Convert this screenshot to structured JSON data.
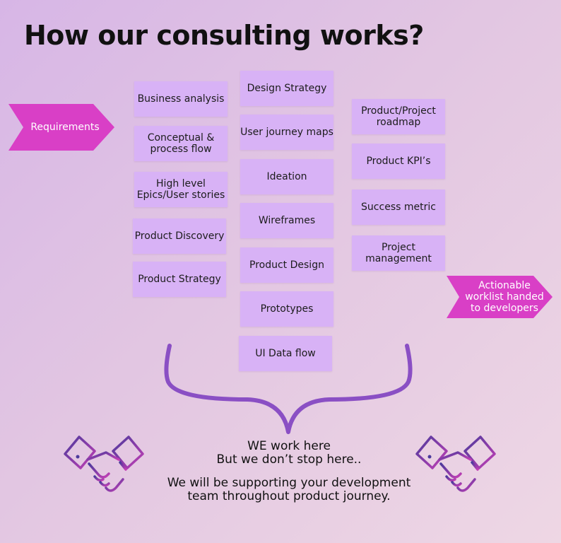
{
  "title": "How our consulting works?",
  "arrows": {
    "requirements": "Requirements",
    "actionable": "Actionable\nworklist handed\nto developers"
  },
  "columns": {
    "col1": [
      "Business analysis",
      "Conceptual &\nprocess flow",
      "High level\nEpics/User stories",
      "Product Discovery",
      "Product Strategy"
    ],
    "col2": [
      "Design Strategy",
      "User journey maps",
      "Ideation",
      "Wireframes",
      "Product Design",
      "Prototypes",
      "UI Data flow"
    ],
    "col3": [
      "Product/Project\nroadmap",
      "Product KPI’s",
      "Success metric",
      "Project\nmanagement"
    ]
  },
  "bottom": {
    "line1": "WE work here",
    "line2": "But we don’t stop here..",
    "line3": "We will be supporting your development",
    "line4": "team throughout product journey."
  },
  "colors": {
    "box": "#d8b2f6",
    "arrow": "#d93fc6",
    "brace": "#8a4fc4"
  },
  "icons": {
    "left": "handshake-icon",
    "right": "handshake-icon"
  }
}
